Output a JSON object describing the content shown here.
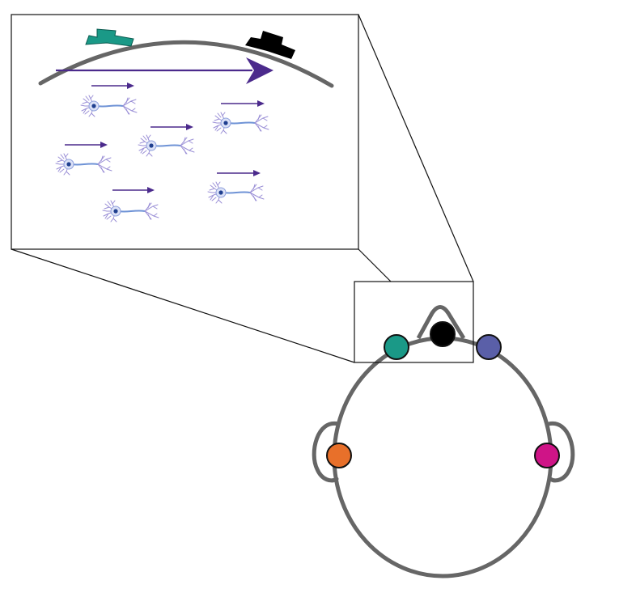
{
  "colors": {
    "background": "#ffffff",
    "head_outline": "#666666",
    "frame_line": "#111111",
    "propagation_arrow": "#4b2a8c",
    "neuron": "#7d8fd8",
    "neuron_nucleus": "#1f3f8f",
    "electrode_teal": "#1a9987",
    "electrode_black": "#000000",
    "electrode_slate": "#5a5fa8",
    "electrode_orange": "#e8702a",
    "electrode_magenta": "#cf1487"
  },
  "icons": {
    "neuron": "neuron-icon",
    "electrode": "scalp-electrode-icon",
    "arrow": "arrow-right-icon"
  },
  "inset": {
    "scalp_electrodes": [
      {
        "name": "teal-electrode-side-view",
        "color": "#1a9987"
      },
      {
        "name": "black-electrode-side-view",
        "color": "#000000"
      }
    ],
    "neuron_count": 6
  },
  "head": {
    "electrodes": [
      {
        "name": "electrode-teal",
        "color": "#1a9987"
      },
      {
        "name": "electrode-black",
        "color": "#000000"
      },
      {
        "name": "electrode-slate",
        "color": "#5a5fa8"
      },
      {
        "name": "electrode-orange",
        "color": "#e8702a"
      },
      {
        "name": "electrode-magenta",
        "color": "#cf1487"
      }
    ]
  }
}
